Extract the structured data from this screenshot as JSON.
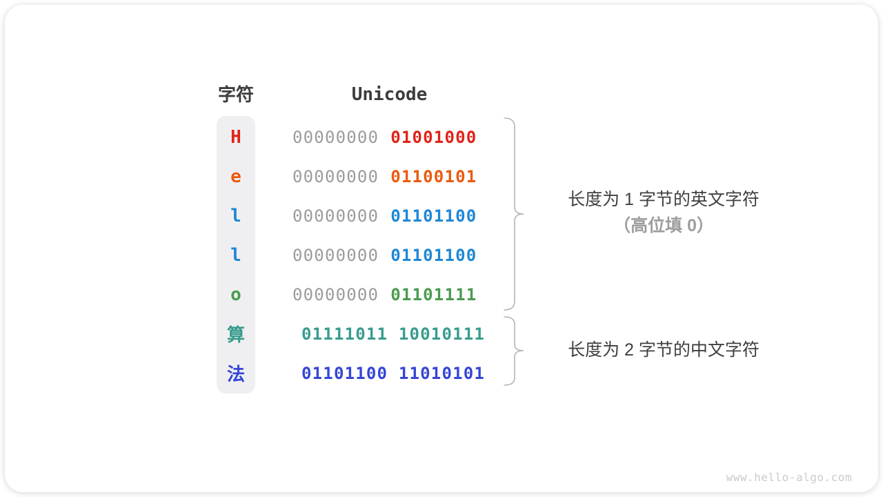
{
  "page": {
    "watermark": "www.hello-algo.com"
  },
  "table": {
    "headers": {
      "char": "字符",
      "unicode": "Unicode"
    },
    "prefix_color": "#9b9b9b",
    "rows": [
      {
        "char": "H",
        "prefix": "00000000",
        "byte": "01001000",
        "color": "#e02318"
      },
      {
        "char": "e",
        "prefix": "00000000",
        "byte": "01100101",
        "color": "#ea5a0e"
      },
      {
        "char": "l",
        "prefix": "00000000",
        "byte": "01101100",
        "color": "#1e87d5"
      },
      {
        "char": "l",
        "prefix": "00000000",
        "byte": "01101100",
        "color": "#1e87d5"
      },
      {
        "char": "o",
        "prefix": "00000000",
        "byte": "01101111",
        "color": "#4a9b4e"
      },
      {
        "char": "算",
        "prefix": "",
        "byte": "01111011 10010111",
        "color": "#389c8e"
      },
      {
        "char": "法",
        "prefix": "",
        "byte": "01101100 11010101",
        "color": "#3545d6"
      }
    ]
  },
  "annotations": {
    "english": {
      "line1": "长度为 1 字节的英文字符",
      "line2": "（高位填 0）"
    },
    "chinese": {
      "line1": "长度为 2 字节的中文字符"
    }
  },
  "colors": {
    "header_text": "#3c3c3c",
    "annotation_text": "#3f3f3f",
    "annotation_muted": "#9e9e9e",
    "brace": "#b4b4b4",
    "pill_background": "#efeff1",
    "watermark": "#cbcbcb"
  }
}
